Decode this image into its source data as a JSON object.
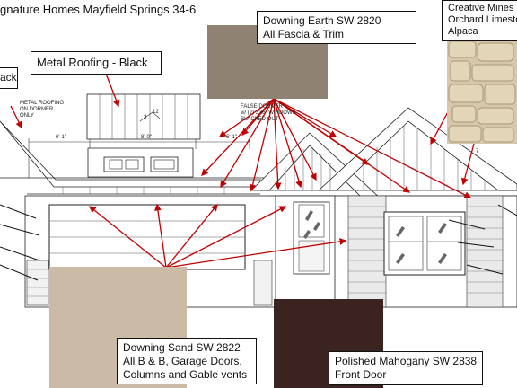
{
  "title": "gnature Homes Mayfield Springs 34-6",
  "callouts": {
    "metal_roofing": "Metal Roofing - Black",
    "left_partial": "ack",
    "downing_earth": [
      "Downing Earth SW 2820",
      "All Fascia & Trim"
    ],
    "creative_mines": [
      "Creative Mines C",
      "Orchard Limesto",
      "Alpaca"
    ],
    "downing_sand": [
      "Downing Sand SW 2822",
      "All B & B, Garage Doors,",
      "Columns and Gable vents"
    ],
    "mahogany": [
      "Polished Mahogany SW 2838",
      "Front Door"
    ]
  },
  "notes": {
    "metal_dormer": [
      "METAL ROOFING",
      "ON DORMER",
      "ONLY"
    ],
    "false_dormer": [
      "FALSE DORMER",
      "w/ (2) 3'x6\" WINDOWS",
      "BLACKED OUT"
    ]
  },
  "dimensions": [
    "6'-1\"",
    "8'-0\"",
    "6'-1\""
  ],
  "pitch": [
    "12",
    "3",
    "12",
    "7"
  ],
  "colors": {
    "downing_earth": "#8f8272",
    "downing_sand": "#cbbba6",
    "polished_mahogany": "#3b2321",
    "stone": "#d6c7a8",
    "arrow": "#c00000"
  }
}
